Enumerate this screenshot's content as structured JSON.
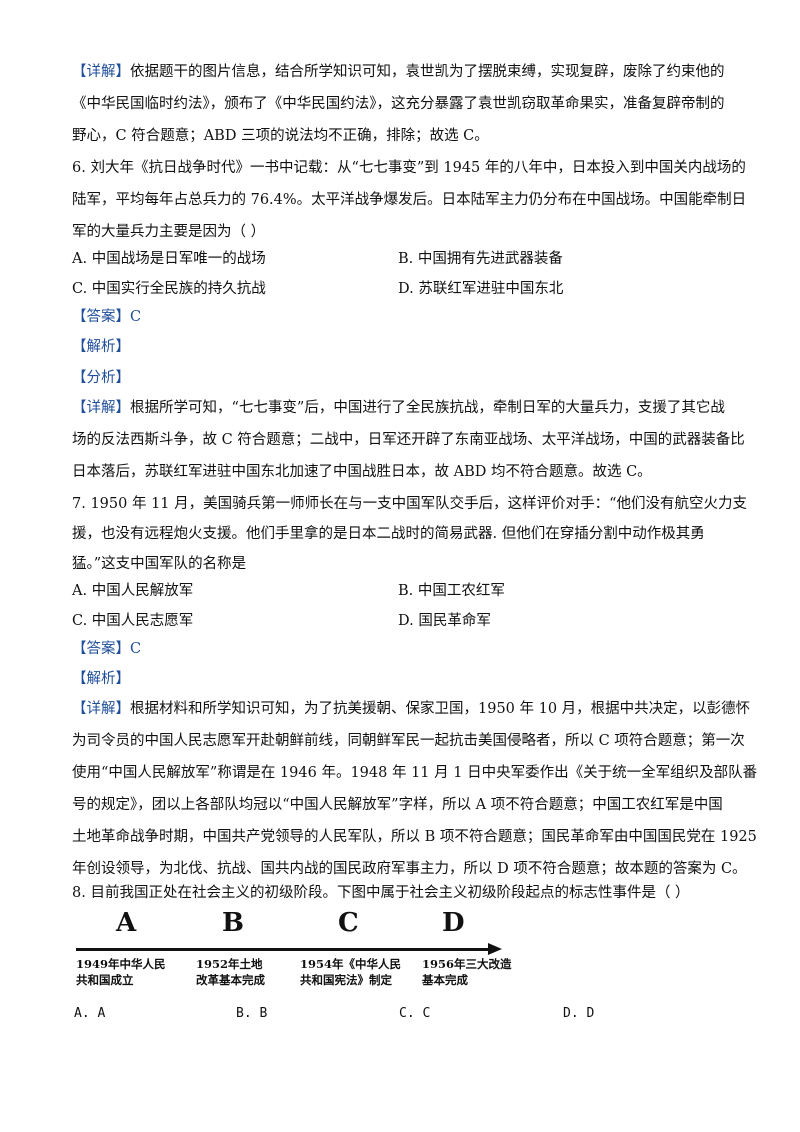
{
  "q5_detail": {
    "line1": "【详解】依据题干的图片信息，结合所学知识可知，袁世凯为了摆脱束缚，实现复辟，废除了约束他的",
    "line2": "《中华民国临时约法》，颁布了《中华民国约法》，这充分暴露了袁世凯窃取革命果实，准备复辟帝制的",
    "line3": "野心，C 符合题意；ABD 三项的说法均不正确，排除；故选 C。"
  },
  "q6": {
    "stem1": "6. 刘大年《抗日战争时代》一书中记载：从“七七事变”到 1945 年的八年中，日本投入到中国关内战场的",
    "stem2": "陆军，平均每年占总兵力的 76.4%。太平洋战争爆发后。日本陆军主力仍分布在中国战场。中国能牵制日",
    "stem3": "军的大量兵力主要是因为（      ）",
    "optA": "A. 中国战场是日军唯一的战场",
    "optB": "B. 中国拥有先进武器装备",
    "optC": "C. 中国实行全民族的持久抗战",
    "optD": "D. 苏联红军进驻中国东北",
    "answer": "【答案】C",
    "analysis": "【解析】",
    "fenxi": "【分析】",
    "detail1": "【详解】根据所学可知，“七七事变”后，中国进行了全民族抗战，牵制日军的大量兵力，支援了其它战",
    "detail2": "场的反法西斯斗争，故 C 符合题意；二战中，日军还开辟了东南亚战场、太平洋战场，中国的武器装备比",
    "detail3": "日本落后，苏联红军进驻中国东北加速了中国战胜日本，故 ABD 均不符合题意。故选 C。"
  },
  "q7": {
    "stem1": "7. 1950 年 11 月，美国骑兵第一师师长在与一支中国军队交手后，这样评价对手：“他们没有航空火力支",
    "stem2": "援，也没有远程炮火支援。他们手里拿的是日本二战时的简易武器. 但他们在穿插分割中动作极其勇",
    "stem3": "猛。”这支中国军队的名称是",
    "optA": "A. 中国人民解放军",
    "optB": "B. 中国工农红军",
    "optC": "C. 中国人民志愿军",
    "optD": "D. 国民革命军",
    "answer": "【答案】C",
    "analysis": "【解析】",
    "detail1": "【详解】根据材料和所学知识可知，为了抗美援朝、保家卫国，1950 年 10 月，根据中共决定，以彭德怀",
    "detail2": "为司令员的中国人民志愿军开赴朝鲜前线，同朝鲜军民一起抗击美国侵略者，所以 C 项符合题意；第一次",
    "detail3": "使用“中国人民解放军”称谓是在 1946 年。1948 年 11 月 1 日中央军委作出《关于统一全军组织及部队番",
    "detail4": "号的规定》，团以上各部队均冠以“中国人民解放军”字样，所以 A 项不符合题意；中国工农红军是中国",
    "detail5": "土地革命战争时期，中国共产党领导的人民军队，所以 B 项不符合题意；国民革命军由中国国民党在 1925",
    "detail6": "年创设领导，为北伐、抗战、国共内战的国民政府军事主力，所以 D 项不符合题意；故本题的答案为 C。"
  },
  "q8": {
    "stem": "8. 目前我国正处在社会主义的初级阶段。下图中属于社会主义初级阶段起点的标志性事件是（      ）",
    "timeline": {
      "letters": [
        "A",
        "B",
        "C",
        "D"
      ],
      "labels": [
        [
          "1949年中华人民",
          "共和国成立"
        ],
        [
          "1952年土地",
          "改革基本完成"
        ],
        [
          "1954年《中华人民",
          "共和国宪法》制定"
        ],
        [
          "1956年三大改造",
          "基本完成"
        ]
      ]
    },
    "choices": [
      "A.  A",
      "B.  B",
      "C.  C",
      "D.  D"
    ]
  }
}
